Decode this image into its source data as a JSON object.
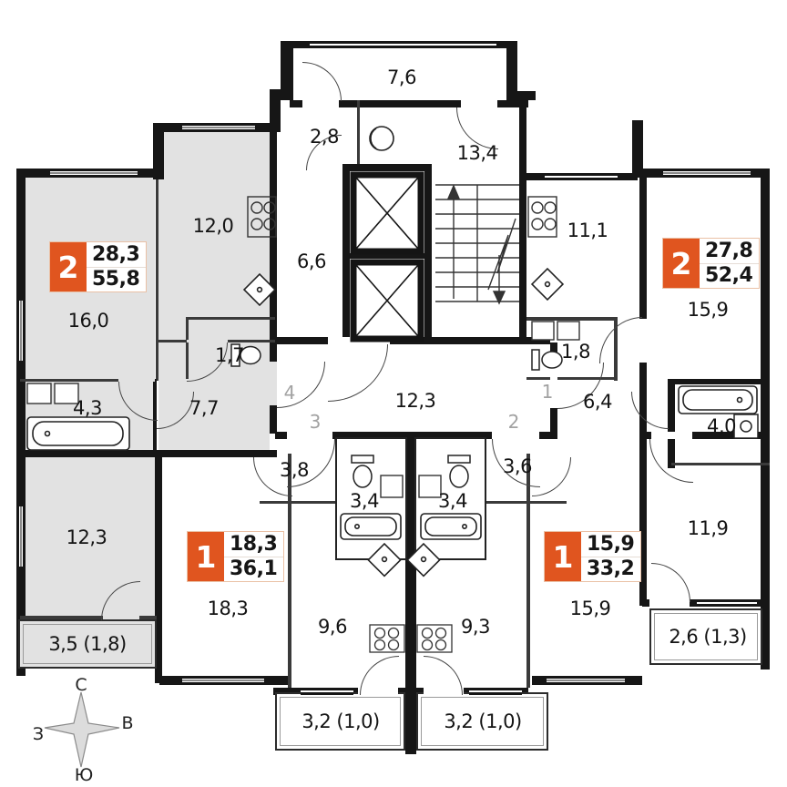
{
  "colors": {
    "badge_orange": "#e0551f",
    "apartment_highlight": "#e2e2e2",
    "wall": "#161616",
    "unit_number_gray": "#a2a2a2"
  },
  "compass": {
    "north": "С",
    "east": "В",
    "south": "Ю",
    "west": "З"
  },
  "door_numbers": {
    "n1": "1",
    "n2": "2",
    "n3": "3",
    "n4": "4"
  },
  "common": {
    "top_balcony": "7,6",
    "chute_room": "2,8",
    "lift_lobby": "6,6",
    "stair_landing": "13,4",
    "corridor": "12,3"
  },
  "apartments": [
    {
      "name": "two-room-left",
      "badge": {
        "rooms": "2",
        "living": "28,3",
        "total": "55,8"
      },
      "rooms": {
        "living": "16,0",
        "kitchen": "12,0",
        "wc": "1,7",
        "hall": "7,7",
        "bath": "4,3",
        "bedroom": "12,3",
        "balcony": "3,5 (1,8)"
      }
    },
    {
      "name": "two-room-right",
      "badge": {
        "rooms": "2",
        "living": "27,8",
        "total": "52,4"
      },
      "rooms": {
        "kitchen": "11,1",
        "living": "15,9",
        "wc": "1,8",
        "hall": "6,4",
        "bath": "4,0",
        "bedroom": "11,9",
        "balcony": "2,6 (1,3)"
      }
    },
    {
      "name": "one-room-left",
      "badge": {
        "rooms": "1",
        "living": "18,3",
        "total": "36,1"
      },
      "rooms": {
        "living": "18,3",
        "hall": "3,8",
        "bath": "3,4",
        "kitchen": "9,6",
        "balcony": "3,2 (1,0)"
      }
    },
    {
      "name": "one-room-right",
      "badge": {
        "rooms": "1",
        "living": "15,9",
        "total": "33,2"
      },
      "rooms": {
        "living": "15,9",
        "hall": "3,6",
        "bath": "3,4",
        "kitchen": "9,3",
        "balcony": "3,2 (1,0)"
      }
    }
  ],
  "fixtures": [
    "elevator-icon",
    "stairs-icon",
    "bathtub-icon",
    "toilet-icon",
    "kitchen-sink-icon",
    "stove-icon",
    "washbasin-icon",
    "washing-machine-icon",
    "compass-rose-icon"
  ]
}
